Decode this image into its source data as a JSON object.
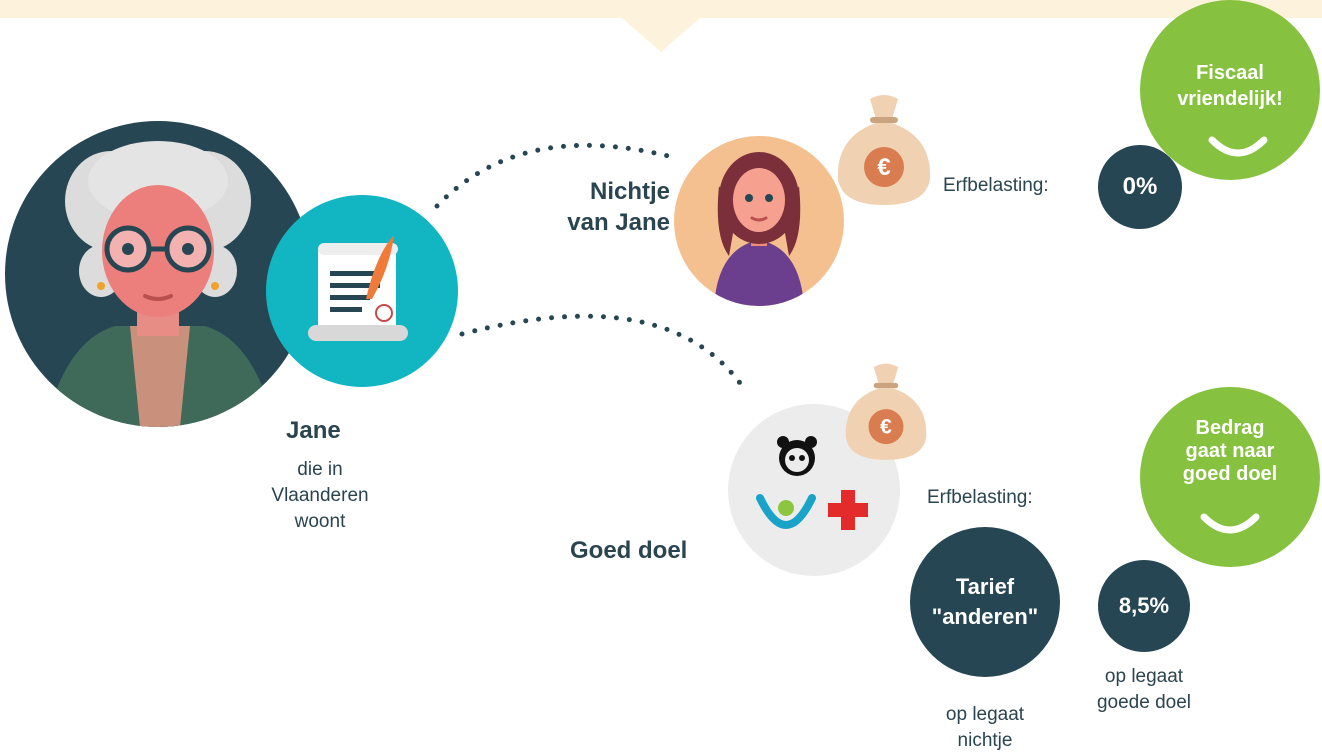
{
  "colors": {
    "banner": "#fdf3dd",
    "dark": "#254652",
    "teal": "#12b6c3",
    "green": "#86c23f",
    "bag": "#f0d2b3",
    "peach": "#f5c08f",
    "grey": "#ececec"
  },
  "icons": [
    "scroll-quill-icon",
    "money-bag-euro-icon",
    "panda-logo-icon",
    "charity-logo-icon",
    "red-cross-icon",
    "smile-icon"
  ],
  "jane": {
    "name": "Jane",
    "desc_lines": [
      "die in",
      "Vlaanderen",
      "woont"
    ]
  },
  "niece": {
    "label_lines": [
      "Nichtje",
      "van Jane"
    ],
    "tax_label": "Erfbelasting:",
    "tax_rate": "0%",
    "green_lines": [
      "Fiscaal",
      "vriendelijk!"
    ]
  },
  "charity": {
    "label": "Goed doel",
    "tax_label": "Erfbelasting:",
    "tarief_lines": [
      "Tarief",
      "\"anderen\""
    ],
    "tarief_sub_lines": [
      "op legaat",
      "nichtje"
    ],
    "rate": "8,5%",
    "rate_sub_lines": [
      "op legaat",
      "goede doel"
    ],
    "green_lines": [
      "Bedrag",
      "gaat naar",
      "goed doel"
    ]
  }
}
